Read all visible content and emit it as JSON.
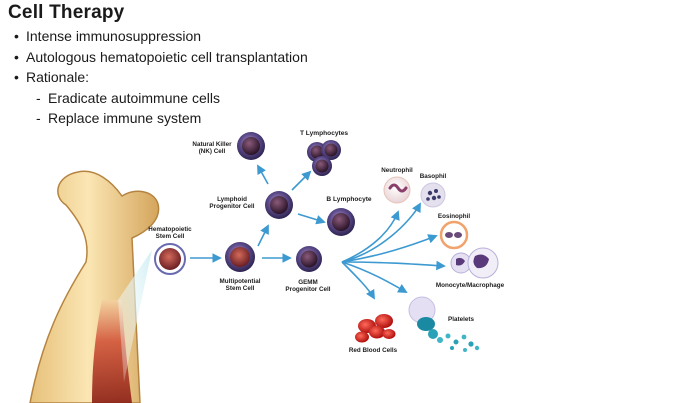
{
  "title": "Cell Therapy",
  "bullets": [
    "Intense immunosuppression",
    "Autologous hematopoietic cell transplantation",
    "Rationale:"
  ],
  "sub_bullets": [
    "Eradicate autoimmune cells",
    "Replace immune system"
  ],
  "diagram": {
    "stem_cell": [
      "Hematopoietic",
      "Stem Cell"
    ],
    "multipotential": [
      "Multipotential",
      "Stem Cell"
    ],
    "lymphoid": [
      "Lymphoid",
      "Progenitor Cell"
    ],
    "nk_cell": [
      "Natural Killer",
      "(NK) Cell"
    ],
    "t_lymph": "T Lymphocytes",
    "b_lymph": "B Lymphocyte",
    "gemm": [
      "GEMM",
      "Progenitor Cell"
    ],
    "neutrophil": "Neutrophil",
    "basophil": "Basophil",
    "eosinophil": "Eosinophil",
    "monocyte": "Monocyte/Macrophage",
    "platelets": "Platelets",
    "rbc": "Red Blood Cells"
  }
}
